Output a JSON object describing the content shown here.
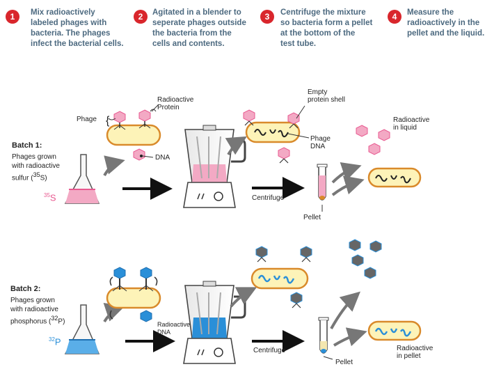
{
  "steps": [
    {
      "number": "1",
      "text_lines": [
        "Mix radioactively",
        "labeled phages with",
        "bacteria. The phages",
        "infect the bacterial cells."
      ]
    },
    {
      "number": "2",
      "text_lines": [
        "Agitated in a blender to",
        "seperate phages outside",
        "the bacteria from the",
        "cells and contents."
      ]
    },
    {
      "number": "3",
      "text_lines": [
        "Centrifuge the mixture",
        "so bacteria form a pellet",
        "at the bottom of the",
        "test tube."
      ]
    },
    {
      "number": "4",
      "text_lines": [
        "Measure the",
        "radioactively in the",
        "pellet and the liquid."
      ]
    }
  ],
  "batch1": {
    "title": "Batch 1:",
    "desc_lines": [
      "Phages grown",
      "with radioactive"
    ],
    "desc_tail": "sulfur (",
    "isotope_mass": "35",
    "isotope_symbol": "S",
    "close_paren": ")",
    "flask_label_mass": "35",
    "flask_label_symbol": "S",
    "phage_label": "Phage",
    "radioactive_protein_lines": [
      "Radioactive",
      "Protein"
    ],
    "dna_label": "DNA",
    "empty_shell_lines": [
      "Empty",
      "protein shell"
    ],
    "phage_dna_lines": [
      "Phage",
      "DNA"
    ],
    "centrifuge_label": "Centrifuge",
    "pellet_label": "Pellet",
    "result_lines": [
      "Radioactive",
      "in liquid"
    ]
  },
  "batch2": {
    "title": "Batch 2:",
    "desc_lines": [
      "Phages grown",
      "with radioactive"
    ],
    "desc_tail": "phosphorus (",
    "isotope_mass": "32",
    "isotope_symbol": "P",
    "close_paren": ")",
    "flask_label_mass": "32",
    "flask_label_symbol": "P",
    "radioactive_dna_lines": [
      "Radioactive",
      "DNA"
    ],
    "centrifuge_label": "Centrifuge",
    "pellet_label": "Pellet",
    "result_lines": [
      "Radioactive",
      "in pellet"
    ]
  },
  "colors": {
    "step_badge": "#d9262c",
    "step_text": "#4d6a80",
    "bacteria_fill": "#fdf3b8",
    "bacteria_stroke": "#d98a2b",
    "sulfur_pink": "#e8588f",
    "phosphorus_blue": "#2a8fd8",
    "gray_phage": "#777777"
  }
}
